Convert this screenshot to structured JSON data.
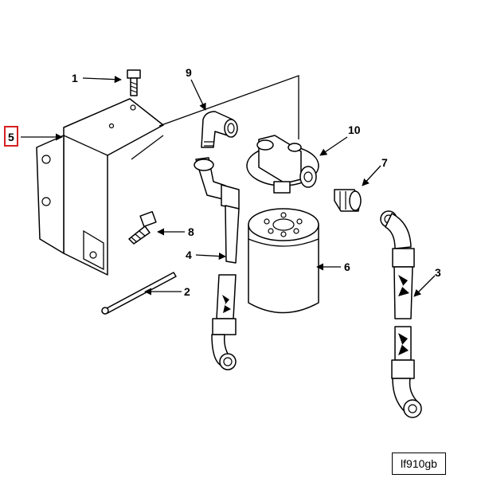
{
  "callouts": {
    "c1": "1",
    "c2": "2",
    "c3": "3",
    "c4": "4",
    "c5": "5",
    "c6": "6",
    "c7": "7",
    "c8": "8",
    "c9": "9",
    "c10": "10"
  },
  "highlight": {
    "label": "5",
    "color": "#d42020"
  },
  "figure_id": "lf910gb"
}
